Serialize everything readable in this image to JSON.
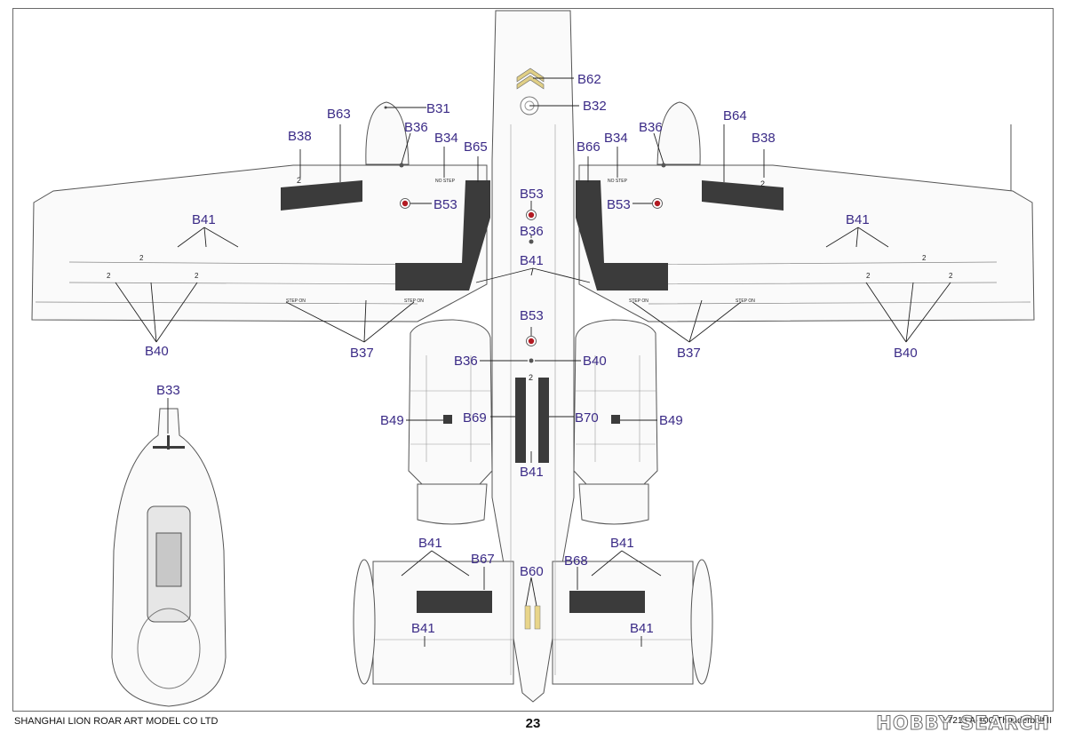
{
  "labels": {
    "B31": "B31",
    "B32": "B32",
    "B33": "B33",
    "B34": "B34",
    "B36": "B36",
    "B37": "B37",
    "B38": "B38",
    "B40": "B40",
    "B41": "B41",
    "B49": "B49",
    "B53": "B53",
    "B60": "B60",
    "B62": "B62",
    "B63": "B63",
    "B64": "B64",
    "B65": "B65",
    "B66": "B66",
    "B67": "B67",
    "B68": "B68",
    "B69": "B69",
    "B70": "B70"
  },
  "stencils": {
    "no_step": "NO STEP",
    "small_text": "STEP ON",
    "digit": "2"
  },
  "footer": {
    "company": "SHANGHAI LION ROAR ART MODEL CO LTD",
    "page": "23",
    "product": "L7215 A-10C Thunderbolt II",
    "watermark": "HOBBY SEARCH"
  },
  "colors": {
    "ink": "#3a2a86",
    "decal": "#3b3b3b",
    "line": "#555555",
    "roundel_red": "#b21a22"
  }
}
